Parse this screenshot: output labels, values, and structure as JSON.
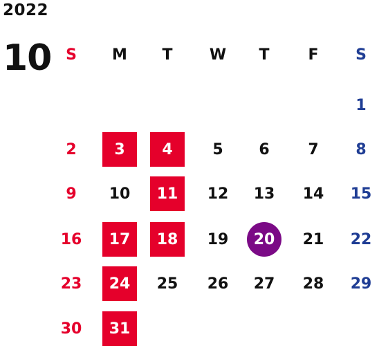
{
  "calendar": {
    "year": "2022",
    "month": "10",
    "weekdays": [
      "S",
      "M",
      "T",
      "W",
      "T",
      "F",
      "S"
    ],
    "days": [
      "1",
      "2",
      "3",
      "4",
      "5",
      "6",
      "7",
      "8",
      "9",
      "10",
      "11",
      "12",
      "13",
      "14",
      "15",
      "16",
      "17",
      "18",
      "19",
      "20",
      "21",
      "22",
      "23",
      "24",
      "25",
      "26",
      "27",
      "28",
      "29",
      "30",
      "31"
    ],
    "highlighted_days": [
      "3",
      "4",
      "11",
      "17",
      "18",
      "24",
      "31"
    ],
    "current_day": "20"
  },
  "colors": {
    "sunday": "#e5002b",
    "saturday": "#1f3d94",
    "highlight": "#e5002b",
    "today_circle": "#7b0a86",
    "text": "#111111"
  }
}
